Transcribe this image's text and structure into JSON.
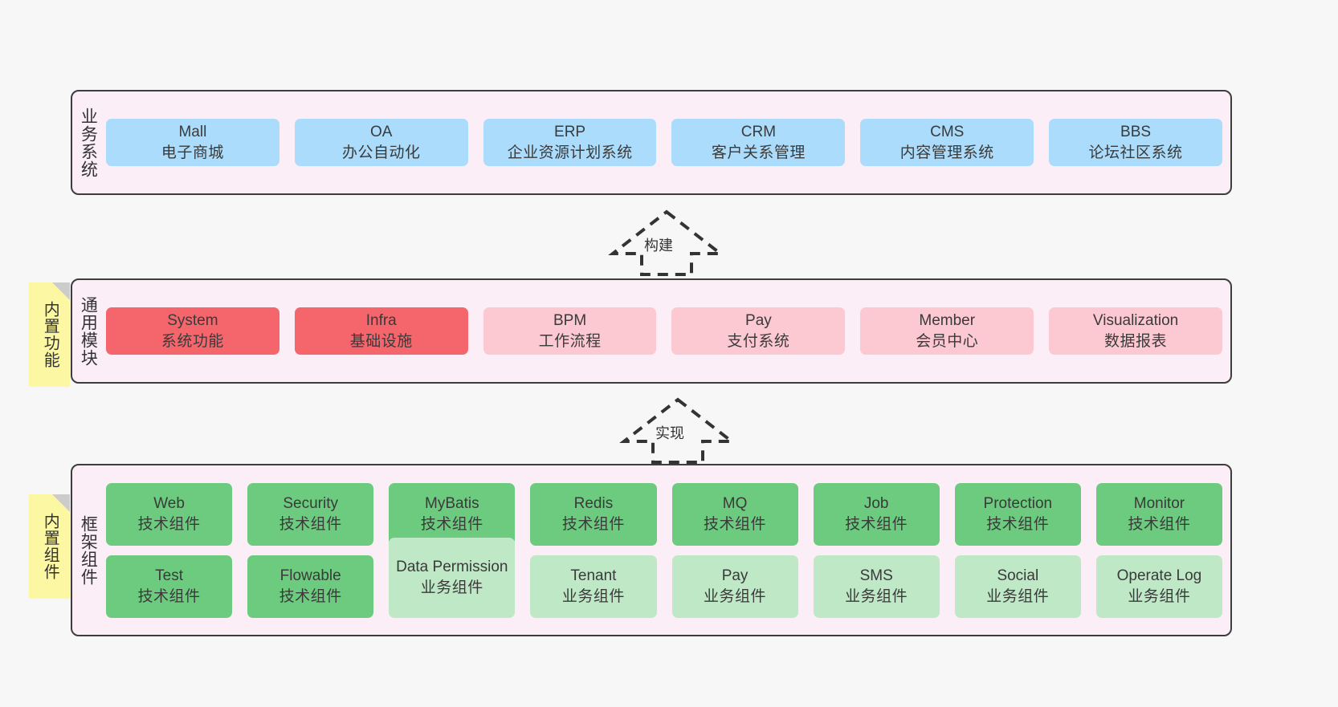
{
  "diagram": {
    "background_color": "#f7f7f7",
    "band_color": "#fbeef6",
    "note_color": "#fcf7a2"
  },
  "business_layer": {
    "title": "业务系统",
    "color": "#abdcfb",
    "cards": [
      {
        "en": "Mall",
        "cn": "电子商城"
      },
      {
        "en": "OA",
        "cn": "办公自动化"
      },
      {
        "en": "ERP",
        "cn": "企业资源计划系统"
      },
      {
        "en": "CRM",
        "cn": "客户关系管理"
      },
      {
        "en": "CMS",
        "cn": "内容管理系统"
      },
      {
        "en": "BBS",
        "cn": "论坛社区系统"
      }
    ]
  },
  "arrow_build": {
    "label": "构建"
  },
  "arrow_impl": {
    "label": "实现"
  },
  "module_layer": {
    "title": "通用模块",
    "note": "内置功能",
    "color_primary": "#f4666c",
    "color_secondary": "#fcc9d2",
    "cards": [
      {
        "en": "System",
        "cn": "系统功能",
        "tone": "red"
      },
      {
        "en": "Infra",
        "cn": "基础设施",
        "tone": "red"
      },
      {
        "en": "BPM",
        "cn": "工作流程",
        "tone": "pink"
      },
      {
        "en": "Pay",
        "cn": "支付系统",
        "tone": "pink"
      },
      {
        "en": "Member",
        "cn": "会员中心",
        "tone": "pink"
      },
      {
        "en": "Visualization",
        "cn": "数据报表",
        "tone": "pink"
      }
    ]
  },
  "framework_layer": {
    "title": "框架组件",
    "note": "内置组件",
    "color_tech": "#6ccb7e",
    "color_biz": "#bfe8c7",
    "row1": [
      {
        "en": "Web",
        "cn": "技术组件",
        "tone": "green"
      },
      {
        "en": "Security",
        "cn": "技术组件",
        "tone": "green"
      },
      {
        "en": "MyBatis",
        "cn": "技术组件",
        "tone": "green"
      },
      {
        "en": "Redis",
        "cn": "技术组件",
        "tone": "green"
      },
      {
        "en": "MQ",
        "cn": "技术组件",
        "tone": "green"
      },
      {
        "en": "Job",
        "cn": "技术组件",
        "tone": "green"
      },
      {
        "en": "Protection",
        "cn": "技术组件",
        "tone": "green"
      },
      {
        "en": "Monitor",
        "cn": "技术组件",
        "tone": "green"
      }
    ],
    "row2": [
      {
        "en": "Test",
        "cn": "技术组件",
        "tone": "green",
        "tall": false
      },
      {
        "en": "Flowable",
        "cn": "技术组件",
        "tone": "green",
        "tall": false
      },
      {
        "en": "Data Permission",
        "cn": "业务组件",
        "tone": "lightgreen",
        "tall": true
      },
      {
        "en": "Tenant",
        "cn": "业务组件",
        "tone": "lightgreen",
        "tall": false
      },
      {
        "en": "Pay",
        "cn": "业务组件",
        "tone": "lightgreen",
        "tall": false
      },
      {
        "en": "SMS",
        "cn": "业务组件",
        "tone": "lightgreen",
        "tall": false
      },
      {
        "en": "Social",
        "cn": "业务组件",
        "tone": "lightgreen",
        "tall": false
      },
      {
        "en": "Operate Log",
        "cn": "业务组件",
        "tone": "lightgreen",
        "tall": false
      }
    ]
  }
}
